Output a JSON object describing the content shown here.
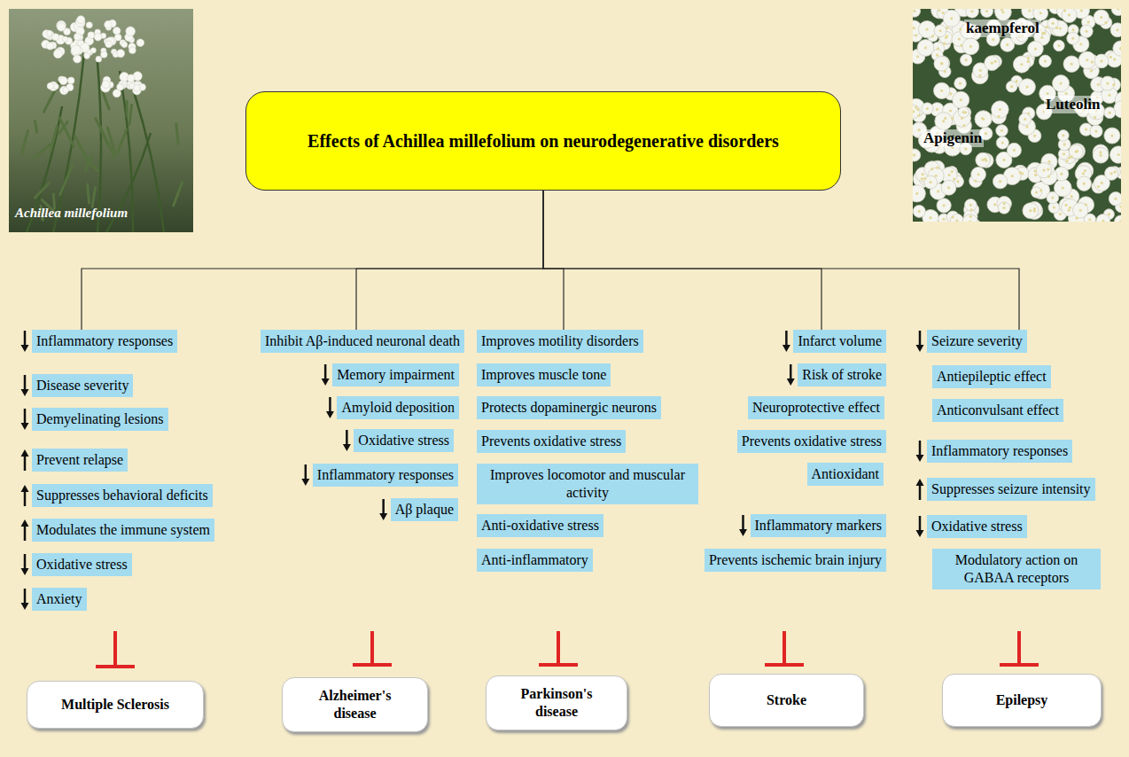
{
  "diagram": {
    "nodes": [
      {
        "text": [
          "Effects of Achillea millefolium on neurodegenerative disorders"
        ]
      },
      {
        "text": [
          "Inflammatory responses"
        ]
      },
      {
        "text": [
          "Disease severity"
        ]
      },
      {
        "text": [
          "Demyelinating lesions"
        ]
      },
      {
        "text": [
          "Prevent relapse"
        ]
      },
      {
        "text": [
          "Suppresses behavioral deficits"
        ]
      },
      {
        "text": [
          "Modulates the immune system"
        ]
      },
      {
        "text": [
          "Oxidative stress"
        ]
      },
      {
        "text": [
          "Anxiety"
        ]
      },
      {
        "text": [
          "Inhibit Aβ-induced neuronal death"
        ]
      },
      {
        "text": [
          "Memory impairment"
        ]
      },
      {
        "text": [
          "Amyloid deposition"
        ]
      },
      {
        "text": [
          "Oxidative stress"
        ]
      },
      {
        "text": [
          "Inflammatory responses"
        ]
      },
      {
        "text": [
          "Aβ plaque"
        ]
      },
      {
        "text": [
          "Improves motility disorders"
        ]
      },
      {
        "text": [
          "Improves muscle tone"
        ]
      },
      {
        "text": [
          "Protects dopaminergic neurons"
        ]
      },
      {
        "text": [
          "Prevents oxidative stress"
        ]
      },
      {
        "text": [
          "Improves locomotor and muscular activity"
        ]
      },
      {
        "text": [
          "Anti-oxidative stress"
        ]
      },
      {
        "text": [
          "Anti-inflammatory"
        ]
      },
      {
        "text": [
          "Infarct volume"
        ]
      },
      {
        "text": [
          "Risk of stroke"
        ]
      },
      {
        "text": [
          "Neuroprotective effect"
        ]
      },
      {
        "text": [
          "Prevents oxidative stress"
        ]
      },
      {
        "text": [
          "Antioxidant"
        ]
      },
      {
        "text": [
          "Inflammatory markers"
        ]
      },
      {
        "text": [
          "Prevents ischemic brain injury"
        ]
      },
      {
        "text": [
          "Seizure severity"
        ]
      },
      {
        "text": [
          "Antiepileptic effect"
        ]
      },
      {
        "text": [
          "Anticonvulsant effect"
        ]
      },
      {
        "text": [
          "Inflammatory responses"
        ]
      },
      {
        "text": [
          "Suppresses seizure intensity"
        ]
      },
      {
        "text": [
          "Oxidative stress"
        ]
      },
      {
        "text": [
          "Modulatory action on GABAA receptors"
        ]
      },
      {
        "text": [
          "Multiple Sclerosis"
        ]
      },
      {
        "text": [
          "Alzheimer's disease"
        ]
      },
      {
        "text": [
          "Parkinson's disease"
        ]
      },
      {
        "text": [
          "Stroke"
        ]
      },
      {
        "text": [
          "Epilepsy"
        ]
      }
    ],
    "edges": [
      {
        "from": 0,
        "to": 1,
        "arrow": "none"
      },
      {
        "from": 0,
        "to": 9,
        "arrow": "none"
      },
      {
        "from": 0,
        "to": 15,
        "arrow": "none"
      },
      {
        "from": 0,
        "to": 22,
        "arrow": "none"
      },
      {
        "from": 0,
        "to": 29,
        "arrow": "none"
      }
    ],
    "labels": [
      "Achillea millefolium",
      "kaempferol",
      "Luteolin",
      "Apigenin"
    ]
  }
}
